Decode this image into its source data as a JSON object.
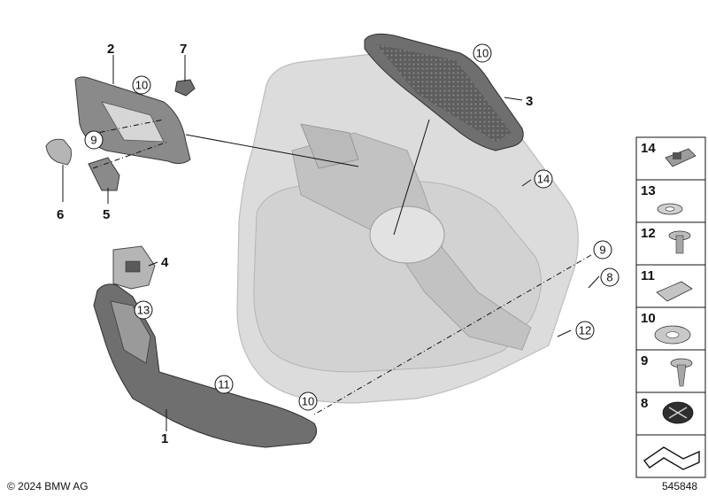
{
  "callouts": [
    {
      "id": "c1",
      "label": "1"
    },
    {
      "id": "c2",
      "label": "2"
    },
    {
      "id": "c3",
      "label": "3"
    },
    {
      "id": "c4",
      "label": "4"
    },
    {
      "id": "c5",
      "label": "5"
    },
    {
      "id": "c6",
      "label": "6"
    },
    {
      "id": "c7",
      "label": "7"
    },
    {
      "id": "c8",
      "label": "8"
    },
    {
      "id": "c9",
      "label": "9"
    },
    {
      "id": "c12",
      "label": "12"
    },
    {
      "id": "c14",
      "label": "14"
    }
  ],
  "circled_callouts": [
    {
      "id": "k10a",
      "label": "10"
    },
    {
      "id": "k10b",
      "label": "10"
    },
    {
      "id": "k9",
      "label": "9"
    },
    {
      "id": "k13",
      "label": "13"
    },
    {
      "id": "k11",
      "label": "11"
    },
    {
      "id": "k10c",
      "label": "10"
    }
  ],
  "side_panel": {
    "items": [
      {
        "label": "14",
        "part": "clip-bracket-icon"
      },
      {
        "label": "13",
        "part": "spring-nut-icon"
      },
      {
        "label": "12",
        "part": "collar-screw-icon"
      },
      {
        "label": "11",
        "part": "bracket-clip-icon"
      },
      {
        "label": "10",
        "part": "expanding-nut-icon"
      },
      {
        "label": "9",
        "part": "self-tapping-screw-icon"
      },
      {
        "label": "8",
        "part": "plug-icon"
      }
    ]
  },
  "footer": {
    "copyright": "© 2024 BMW AG",
    "diagram_number": "545848"
  },
  "colors": {
    "part_gray": "#8a8a8a",
    "door_panel": "#dcdcdc",
    "background": "#ffffff"
  }
}
